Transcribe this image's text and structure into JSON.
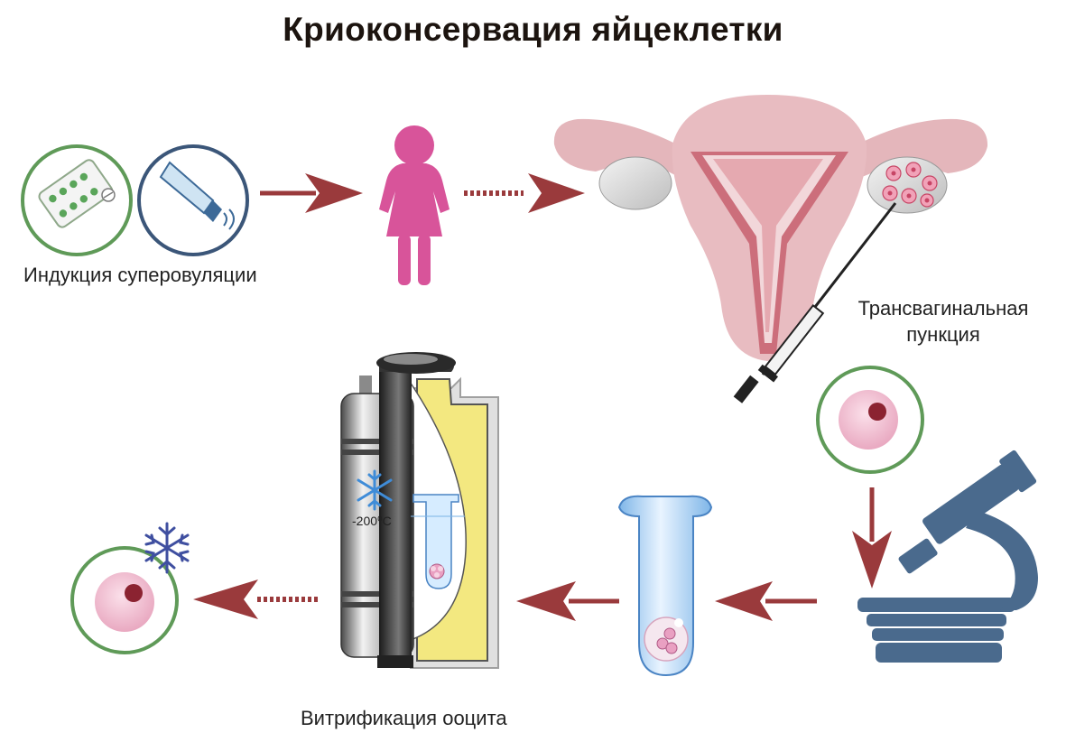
{
  "diagram": {
    "title": "Криоконсервация яйцеклетки",
    "steps": {
      "induction": "Индукция суперовуляции",
      "puncture": "Трансвагинальная пункция",
      "vitrification": "Витрификация ооцита"
    },
    "temperature_label": "-200⁰C",
    "icons": [
      "pills-icon",
      "ultrasound-probe-icon",
      "woman-icon",
      "uterus-icon",
      "needle-icon",
      "oocyte-icon",
      "microscope-icon",
      "test-tube-icon",
      "cryo-tank-icon",
      "snowflake-icon",
      "frozen-oocyte-icon",
      "arrow-icon"
    ],
    "colors": {
      "arrow": "#9a3a3c",
      "green_circle": "#5f9a58",
      "blue_circle": "#3b5679",
      "woman": "#d8549a",
      "microscope": "#4a6a8d",
      "tank_yellow": "#f3e880",
      "uterus": "#e4b6bb"
    }
  }
}
